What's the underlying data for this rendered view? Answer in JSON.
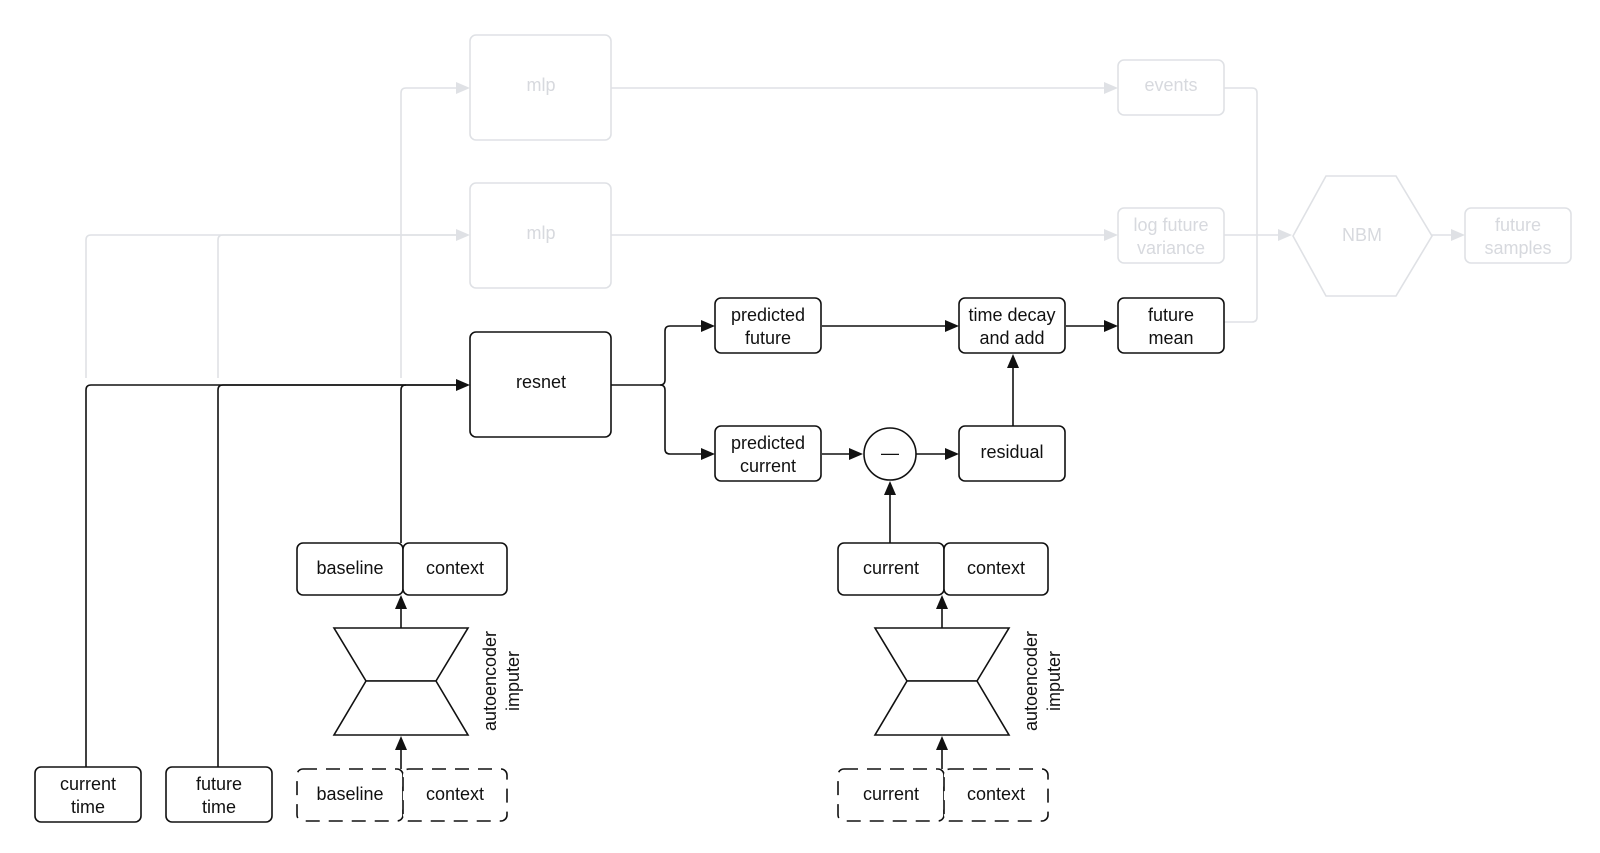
{
  "colors": {
    "ink": "#111111",
    "faded": "#d7d9de",
    "background": "#ffffff"
  },
  "nodes": {
    "mlp_top": "mlp",
    "mlp_mid": "mlp",
    "events": "events",
    "log_future_variance": [
      "log future",
      "variance"
    ],
    "nbm": "NBM",
    "future_samples": [
      "future",
      "samples"
    ],
    "resnet": "resnet",
    "predicted_future": [
      "predicted",
      "future"
    ],
    "predicted_current": [
      "predicted",
      "current"
    ],
    "time_decay_and_add": [
      "time decay",
      "and add"
    ],
    "future_mean": [
      "future",
      "mean"
    ],
    "minus_op": "—",
    "residual": "residual",
    "current_time": [
      "current",
      "time"
    ],
    "future_time": [
      "future",
      "time"
    ],
    "left_group": {
      "top_baseline": "baseline",
      "top_context": "context",
      "bottom_baseline": "baseline",
      "bottom_context": "context",
      "imputer_label": [
        "autoencoder",
        "imputer"
      ]
    },
    "right_group": {
      "top_current": "current",
      "top_context": "context",
      "bottom_current": "current",
      "bottom_context": "context",
      "imputer_label": [
        "autoencoder",
        "imputer"
      ]
    }
  }
}
